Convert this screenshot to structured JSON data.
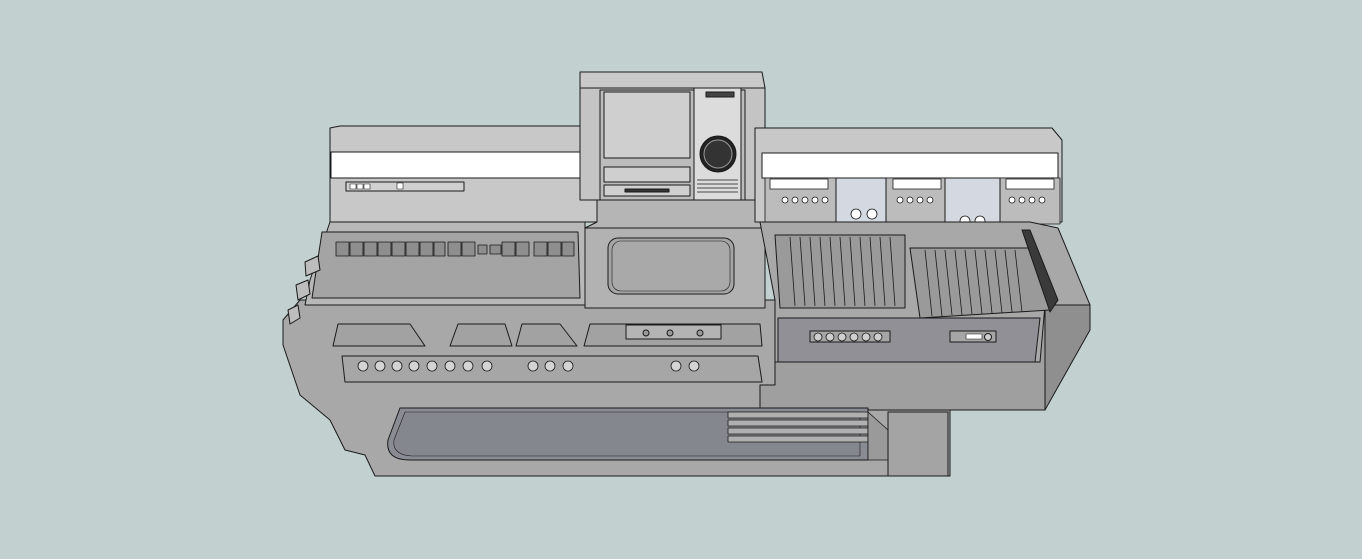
{
  "scene": {
    "background": "#c3d0d0",
    "palette": {
      "outline": "#1a1a1a",
      "light": "#c8c8c8",
      "mid": "#a9a9a9",
      "dark": "#8a8a8e",
      "darker": "#6e6e72",
      "white": "#ffffff",
      "panel_blue": "#d4d8e0"
    },
    "objects": [
      "left-console-module",
      "center-monitor-tower",
      "right-mixer-module",
      "lower-console-base"
    ]
  }
}
